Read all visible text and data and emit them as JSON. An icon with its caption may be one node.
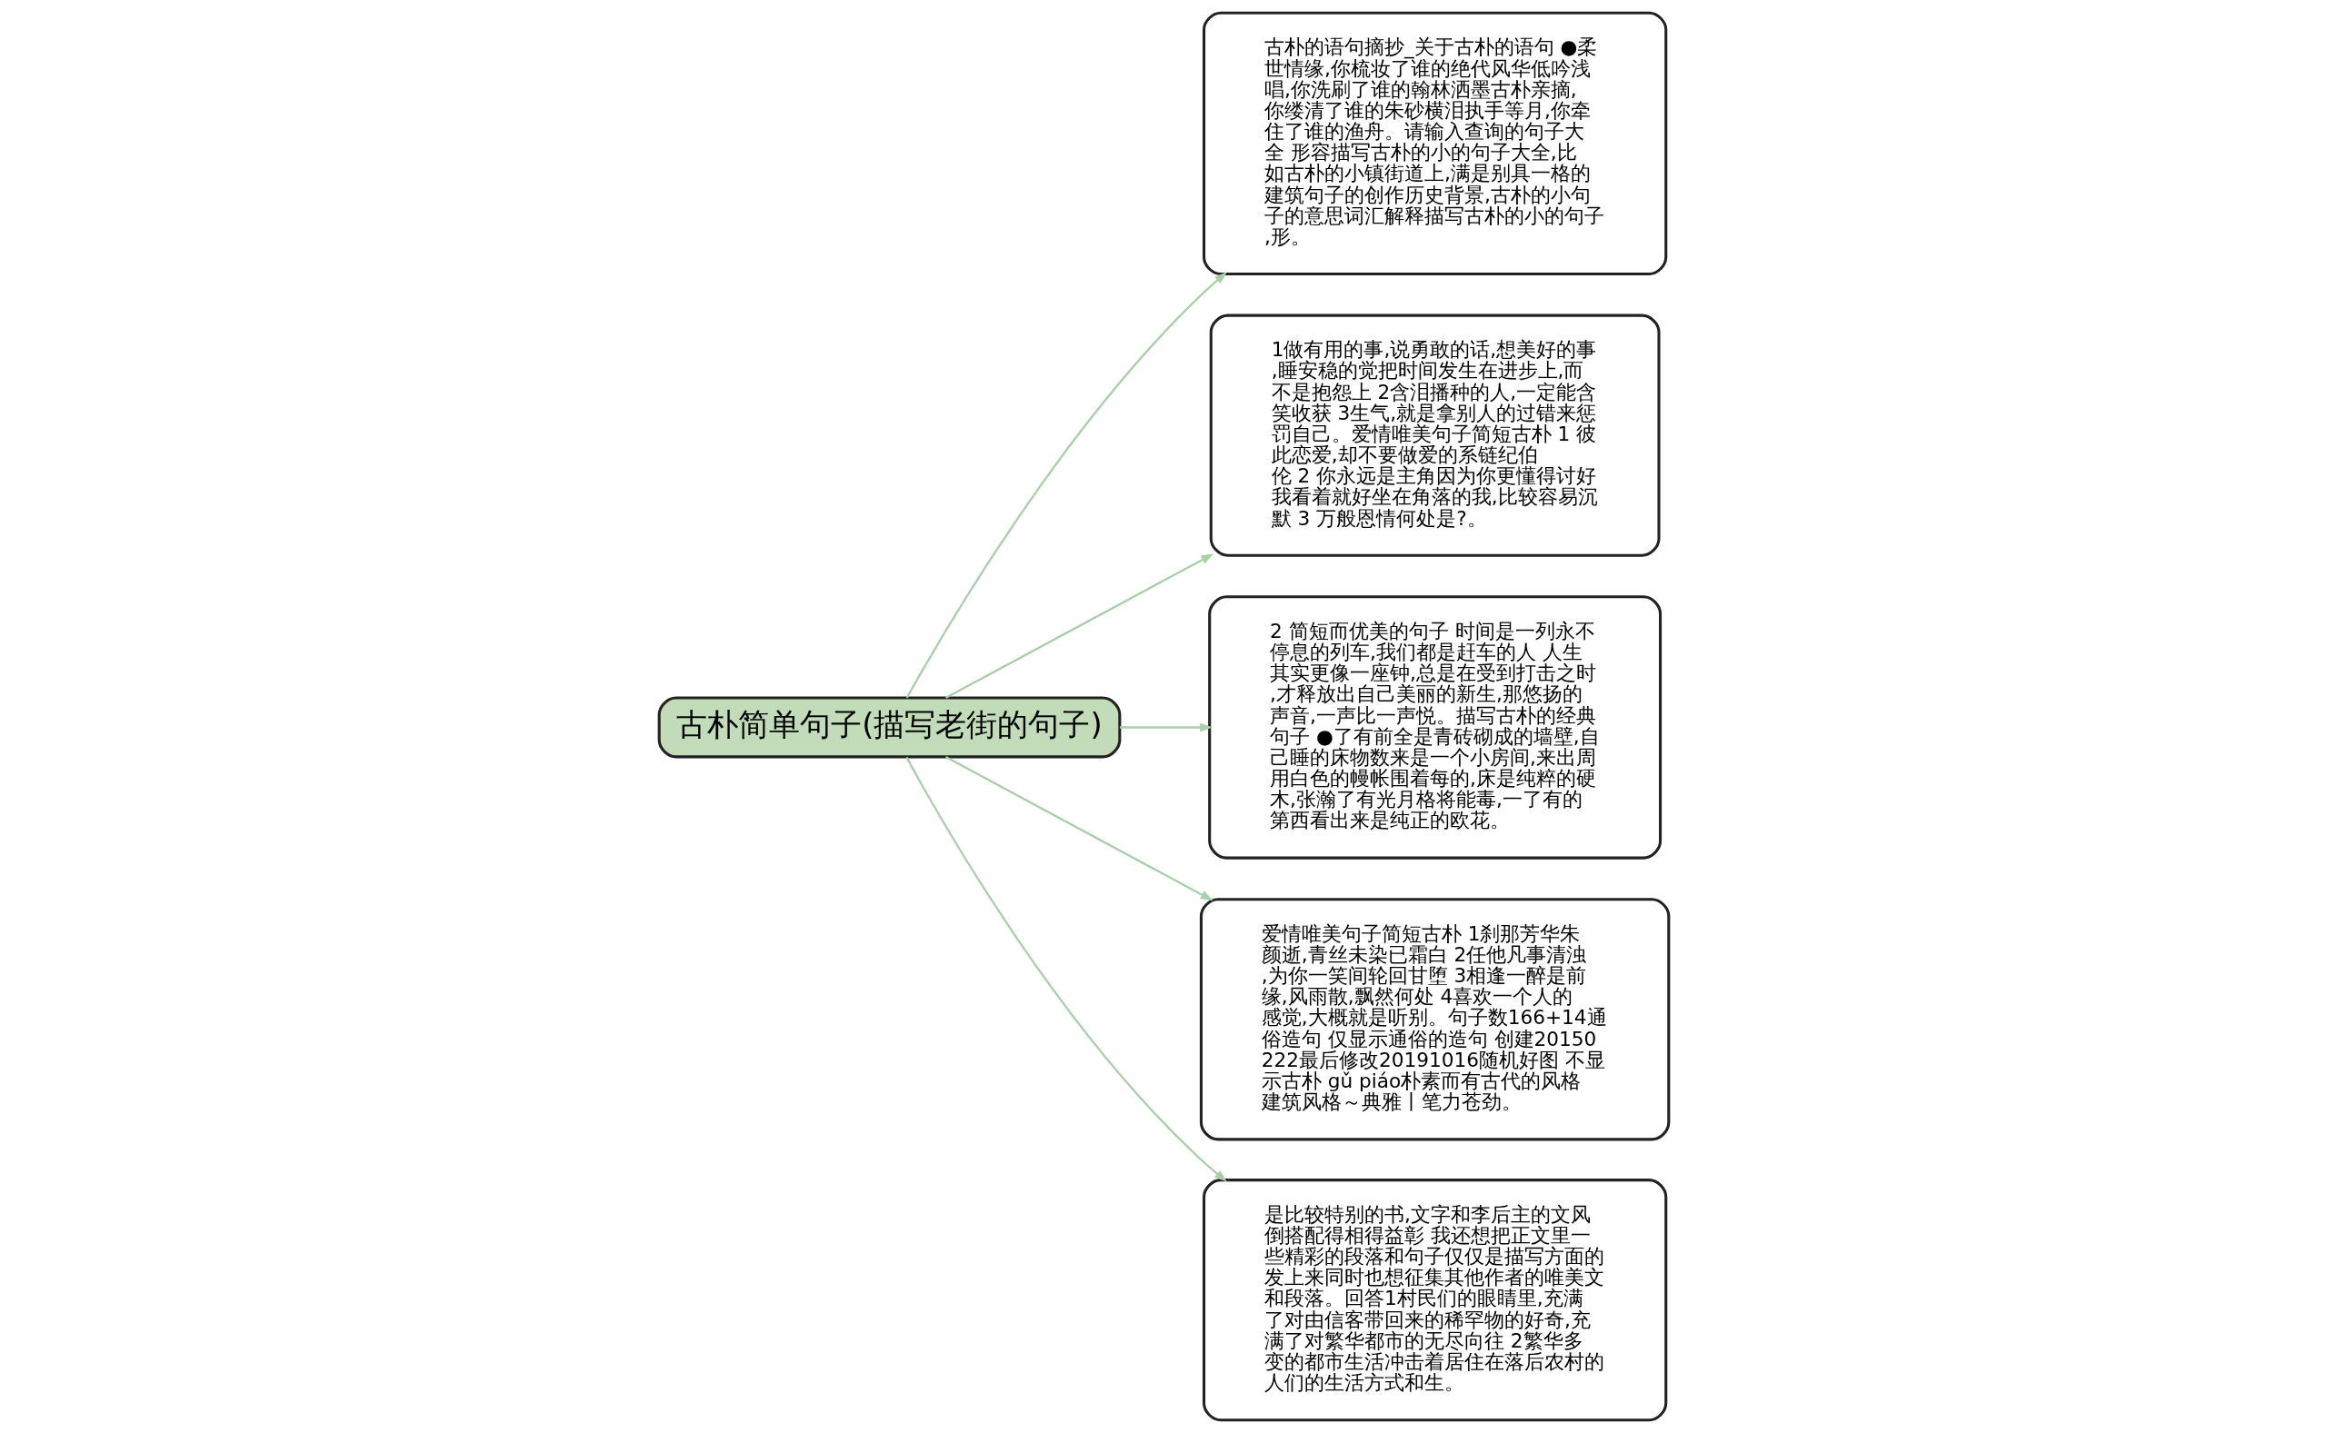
{
  "diagram": {
    "nodes": [
      {
        "text": [
          "古朴简单句子(描写老街的句子)"
        ]
      },
      {
        "text": [
          "古朴的语句摘抄_关于古朴的语句 ●柔世情缘,你梳妆了谁的绝代风华低吟浅唱,你洗刷了谁的翰林洒墨古朴亲摘,你缕清了谁的朱砂横泪执手等月,你牵住了谁的渔舟。请输入查询的句子大全 形容描写古朴的小的句子大全,比如古朴的小镇街道上,满是别具一格的建筑句子的创作历史背景,古朴的小句子的意思词汇解释描写古朴的小的句子,形。"
        ]
      },
      {
        "text": [
          "1做有用的事,说勇敢的话,想美好的事,睡安稳的觉把时间发生在进步上,而不是抱怨上 2含泪播种的人,一定能含笑收获 3生气,就是拿别人的过错来惩罚自己。爱情唯美句子简短古朴 1 彼此恋爱,却不要做爱的系链纪伯伦 2 你永远是主角因为你更懂得讨好我看着就好坐在角落的我,比较容易沉默 3 万般恩情何处是?。"
        ]
      },
      {
        "text": [
          "2 简短而优美的句子 时间是一列永不停息的列车,我们都是赶车的人 人生其实更像一座钟,总是在受到打击之时,才释放出自己美丽的新生,那悠扬的声音,一声比一声悦。描写古朴的经典句子 ●了有前全是青砖砌成的墙壁,自己睡的床物数来是一个小房间,来出周用白色的幔帐围着每的,床是纯粹的硬木,张瀚了有光月格将能毒,一了有的第西看出来是纯正的欧花。"
        ]
      },
      {
        "text": [
          "爱情唯美句子简短古朴 1刹那芳华朱颜逝,青丝未染已霜白 2任他凡事清浊,为你一笑间轮回甘堕 3相逢一醉是前缘,风雨散,飘然何处 4喜欢一个人的感觉,大概就是听别。句子数166+14通俗造句 仅显示通俗的造句 创建20150222最后修改20191016随机好图 不显示古朴 gǔ piáo朴素而有古代的风格建筑风格～典雅丨笔力苍劲。"
        ]
      },
      {
        "text": [
          "是比较特别的书,文字和李后主的文风倒搭配得相得益彰 我还想把正文里一些精彩的段落和句子仅仅是描写方面的发上来同时也想征集其他作者的唯美文和段落。回答1村民们的眼睛里,充满了对由信客带回来的稀罕物的好奇,充满了对繁华都市的无尽向往 2繁华多变的都市生活冲击着居住在落后农村的人们的生活方式和生。"
        ]
      }
    ],
    "edges": [
      {
        "from": 0,
        "to": 1,
        "arrow": "to"
      },
      {
        "from": 0,
        "to": 2,
        "arrow": "to"
      },
      {
        "from": 0,
        "to": 3,
        "arrow": "to"
      },
      {
        "from": 0,
        "to": 4,
        "arrow": "to"
      },
      {
        "from": 0,
        "to": 5,
        "arrow": "to"
      }
    ]
  }
}
